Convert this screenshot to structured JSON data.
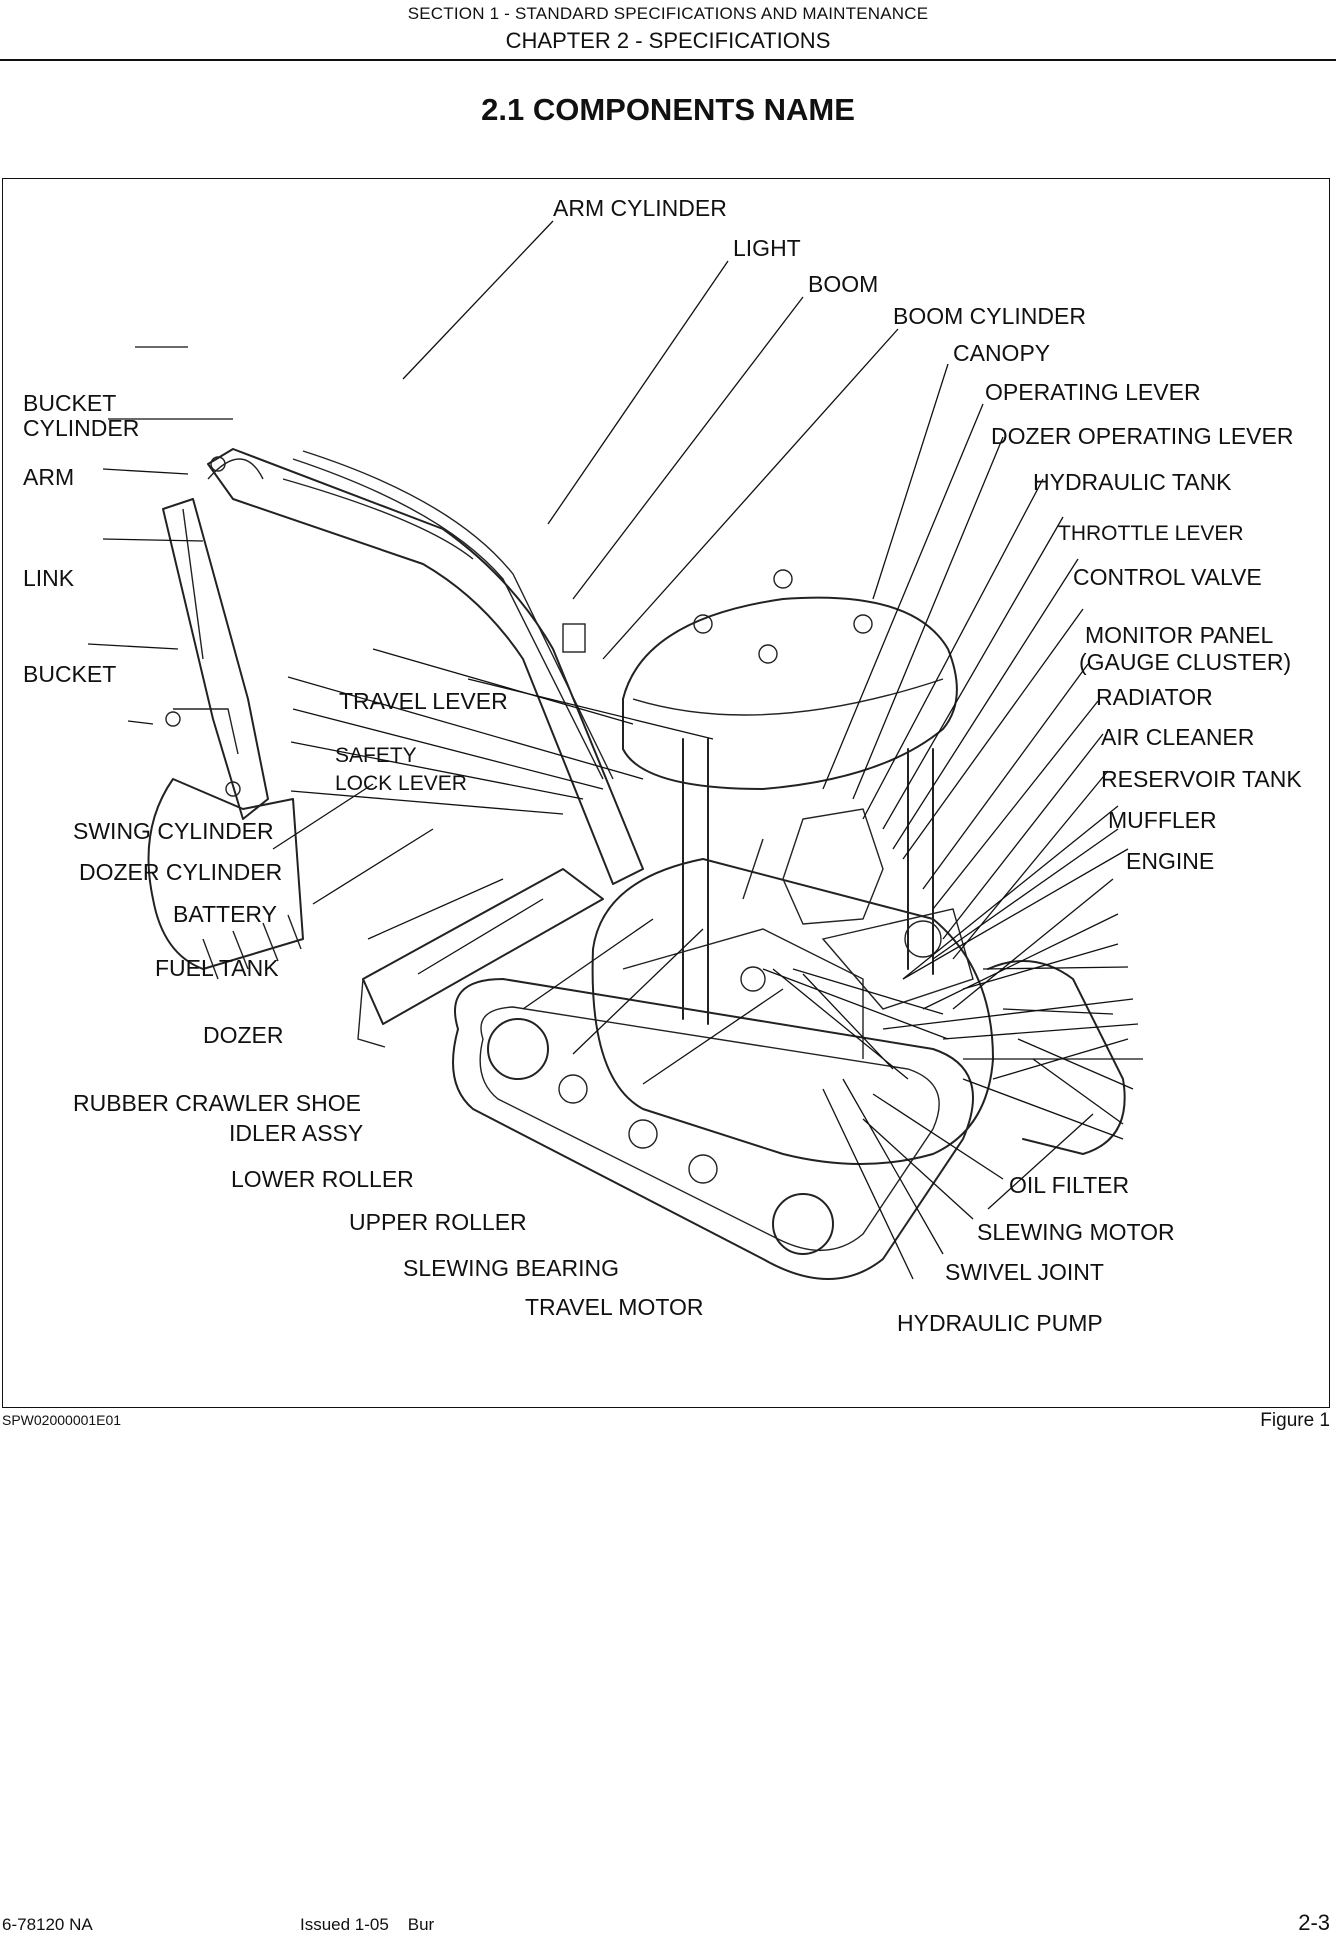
{
  "header": {
    "section": "SECTION 1 - STANDARD SPECIFICATIONS AND MAINTENANCE",
    "chapter": "CHAPTER 2 - SPECIFICATIONS"
  },
  "title": "2.1  COMPONENTS NAME",
  "figure": {
    "labels": {
      "bucket_cylinder_1": "BUCKET",
      "bucket_cylinder_2": "CYLINDER",
      "arm": "ARM",
      "link": "LINK",
      "bucket": "BUCKET",
      "arm_cylinder": "ARM CYLINDER",
      "light": "LIGHT",
      "boom": "BOOM",
      "boom_cylinder": "BOOM CYLINDER",
      "canopy": "CANOPY",
      "operating_lever": "OPERATING LEVER",
      "dozer_operating_lever": "DOZER OPERATING LEVER",
      "hydraulic_tank": "HYDRAULIC TANK",
      "throttle_lever": "THROTTLE LEVER",
      "control_valve": "CONTROL VALVE",
      "monitor_panel_1": "MONITOR PANEL",
      "monitor_panel_2": "(GAUGE CLUSTER)",
      "radiator": "RADIATOR",
      "air_cleaner": "AIR CLEANER",
      "reservoir_tank": "RESERVOIR TANK",
      "muffler": "MUFFLER",
      "engine": "ENGINE",
      "travel_lever": "TRAVEL LEVER",
      "safety_lock_lever_1": "SAFETY",
      "safety_lock_lever_2": "LOCK LEVER",
      "swing_cylinder": "SWING CYLINDER",
      "dozer_cylinder": "DOZER CYLINDER",
      "battery": "BATTERY",
      "fuel_tank": "FUEL TANK",
      "dozer": "DOZER",
      "rubber_crawler_shoe": "RUBBER CRAWLER SHOE",
      "idler_assy": "IDLER ASSY",
      "lower_roller": "LOWER ROLLER",
      "upper_roller": "UPPER ROLLER",
      "slewing_bearing": "SLEWING BEARING",
      "travel_motor": "TRAVEL MOTOR",
      "oil_filter": "OIL FILTER",
      "slewing_motor": "SLEWING MOTOR",
      "swivel_joint": "SWIVEL JOINT",
      "hydraulic_pump": "HYDRAULIC PUMP"
    },
    "code": "SPW02000001E01",
    "caption": "Figure 1"
  },
  "footer": {
    "doc_number": "6-78120 NA",
    "issue": "Issued 1-05    Bur",
    "page": "2-3"
  }
}
